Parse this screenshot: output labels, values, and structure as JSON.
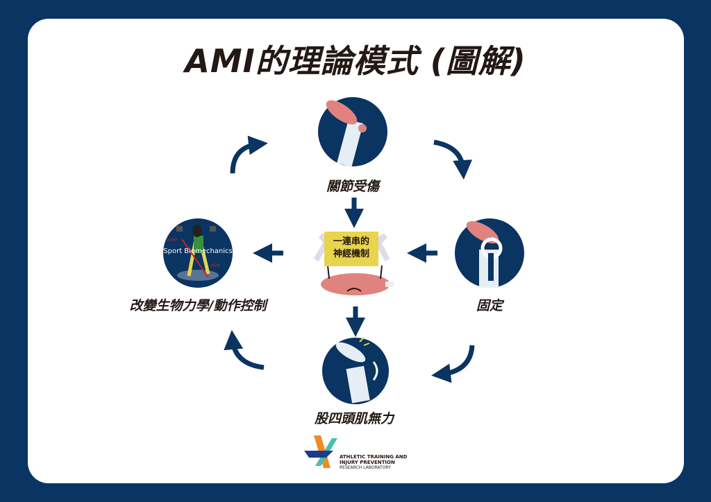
{
  "title": "AMI的理論模式 (圖解)",
  "nodes": {
    "top": "關節受傷",
    "right": "固定",
    "bottom": "股四頭肌無力",
    "left": "改變生物力學/動作控制"
  },
  "center": {
    "line1": "一連串的",
    "line2": "神經機制"
  },
  "biomech": {
    "caption": "Sport Biomechanics",
    "vgrf": "vGRF",
    "kem": "KEM"
  },
  "logo": {
    "line1": "ATHLETIC TRAINING AND",
    "line2": "INJURY PREVENTION",
    "line3": "RESEARCH LABORATORY"
  },
  "colors": {
    "navy": "#0a3461",
    "yellow": "#e8d44d",
    "muscle": "#e0837e"
  }
}
